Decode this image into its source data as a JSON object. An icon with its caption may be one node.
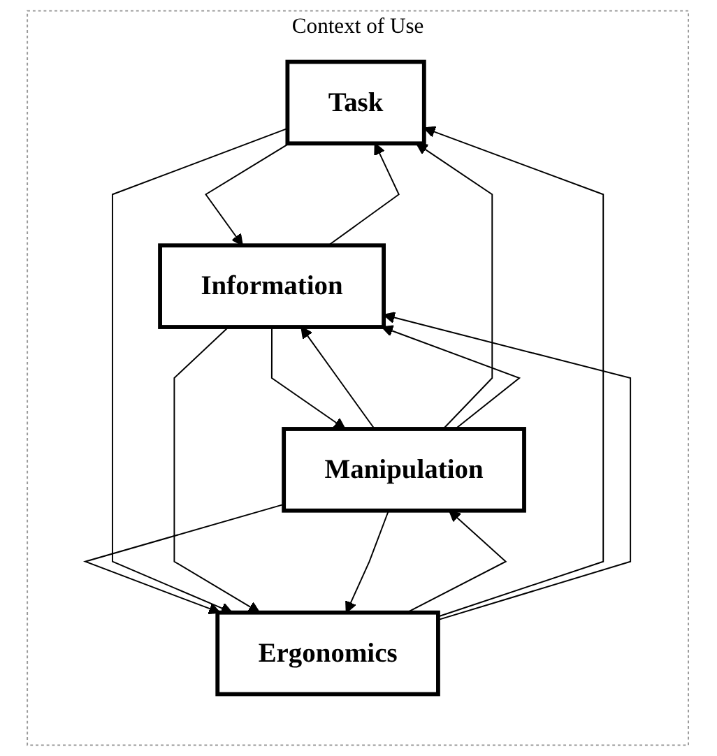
{
  "diagram": {
    "nodes": [
      {
        "text": [
          "Context of Use"
        ]
      },
      {
        "text": [
          "Task"
        ],
        "in": 0
      },
      {
        "text": [
          "Information"
        ],
        "in": 0
      },
      {
        "text": [
          "Manipulation"
        ],
        "in": 0
      },
      {
        "text": [
          "Ergonomics"
        ],
        "in": 0
      }
    ],
    "edges": [
      {
        "from": 1,
        "to": 2,
        "arrow": "to"
      },
      {
        "from": 2,
        "to": 1,
        "arrow": "to"
      },
      {
        "from": 2,
        "to": 3,
        "arrow": "to"
      },
      {
        "from": 3,
        "to": 2,
        "arrow": "to"
      },
      {
        "from": 3,
        "to": 4,
        "arrow": "to"
      },
      {
        "from": 4,
        "to": 3,
        "arrow": "to"
      },
      {
        "from": 1,
        "to": 4,
        "arrow": "to"
      },
      {
        "from": 2,
        "to": 4,
        "arrow": "to"
      },
      {
        "from": 3,
        "to": 4,
        "arrow": "to"
      },
      {
        "from": 4,
        "to": 1,
        "arrow": "to"
      },
      {
        "from": 4,
        "to": 2,
        "arrow": "to"
      },
      {
        "from": 3,
        "to": 1,
        "arrow": "to"
      },
      {
        "from": 3,
        "to": 2,
        "arrow": "to"
      }
    ]
  }
}
